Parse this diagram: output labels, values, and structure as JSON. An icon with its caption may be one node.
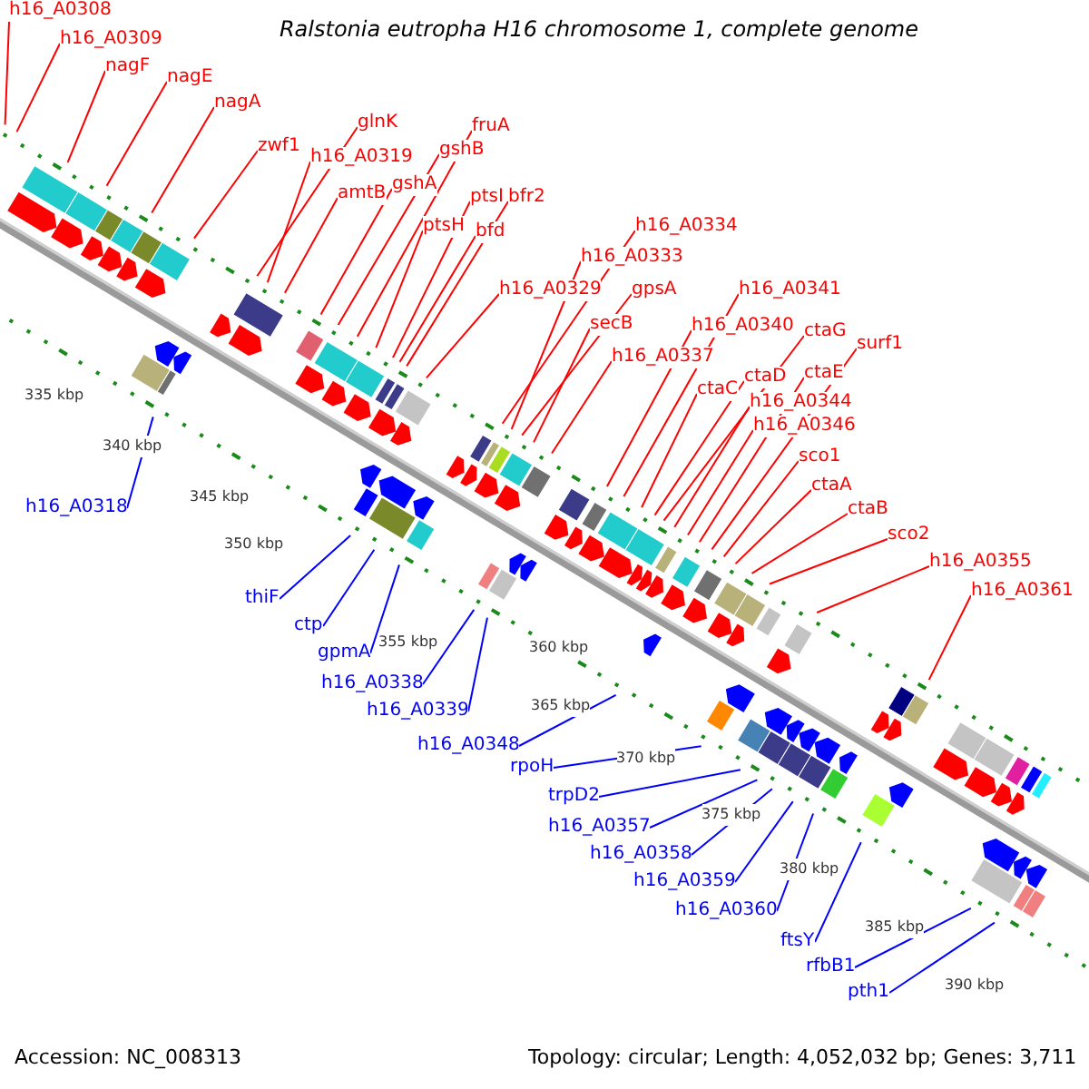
{
  "diagram": {
    "title": "Ralstonia eutropha H16 chromosome 1, complete genome",
    "nodes": [
      {
        "text": [
          "h16_A0308"
        ]
      },
      {
        "text": [
          "h16_A0309"
        ]
      },
      {
        "text": [
          "nagF"
        ]
      },
      {
        "text": [
          "nagE"
        ]
      },
      {
        "text": [
          "nagA"
        ]
      },
      {
        "text": [
          "zwf1"
        ]
      },
      {
        "text": [
          "glnK"
        ]
      },
      {
        "text": [
          "h16_A0319"
        ]
      },
      {
        "text": [
          "amtB"
        ]
      },
      {
        "text": [
          "gshA"
        ]
      },
      {
        "text": [
          "gshB"
        ]
      },
      {
        "text": [
          "fruA"
        ]
      },
      {
        "text": [
          "ptsH"
        ]
      },
      {
        "text": [
          "ptsI"
        ]
      },
      {
        "text": [
          "bfr2"
        ]
      },
      {
        "text": [
          "bfd"
        ]
      },
      {
        "text": [
          "h16_A0334"
        ]
      },
      {
        "text": [
          "h16_A0333"
        ]
      },
      {
        "text": [
          "h16_A0329"
        ]
      },
      {
        "text": [
          "gpsA"
        ]
      },
      {
        "text": [
          "secB"
        ]
      },
      {
        "text": [
          "h16_A0337"
        ]
      },
      {
        "text": [
          "h16_A0341"
        ]
      },
      {
        "text": [
          "h16_A0340"
        ]
      },
      {
        "text": [
          "ctaG"
        ]
      },
      {
        "text": [
          "surf1"
        ]
      },
      {
        "text": [
          "ctaD"
        ]
      },
      {
        "text": [
          "ctaC"
        ]
      },
      {
        "text": [
          "ctaE"
        ]
      },
      {
        "text": [
          "h16_A0344"
        ]
      },
      {
        "text": [
          "h16_A0346"
        ]
      },
      {
        "text": [
          "sco1"
        ]
      },
      {
        "text": [
          "ctaA"
        ]
      },
      {
        "text": [
          "ctaB"
        ]
      },
      {
        "text": [
          "sco2"
        ]
      },
      {
        "text": [
          "h16_A0355"
        ]
      },
      {
        "text": [
          "h16_A0361"
        ]
      },
      {
        "text": [
          "h16_A0318"
        ]
      },
      {
        "text": [
          "thiF"
        ]
      },
      {
        "text": [
          "ctp"
        ]
      },
      {
        "text": [
          "gpmA"
        ]
      },
      {
        "text": [
          "h16_A0338"
        ]
      },
      {
        "text": [
          "h16_A0339"
        ]
      },
      {
        "text": [
          "h16_A0348"
        ]
      },
      {
        "text": [
          "rpoH"
        ]
      },
      {
        "text": [
          "trpD2"
        ]
      },
      {
        "text": [
          "h16_A0357"
        ]
      },
      {
        "text": [
          "h16_A0358"
        ]
      },
      {
        "text": [
          "h16_A0359"
        ]
      },
      {
        "text": [
          "h16_A0360"
        ]
      },
      {
        "text": [
          "ftsY"
        ]
      },
      {
        "text": [
          "rfbB1"
        ]
      },
      {
        "text": [
          "pth1"
        ]
      }
    ],
    "edges": [
      {
        "from": 0,
        "to": null,
        "arrow": "none"
      },
      {
        "from": 1,
        "to": null,
        "arrow": "none"
      },
      {
        "from": 2,
        "to": null,
        "arrow": "none"
      },
      {
        "from": 3,
        "to": null,
        "arrow": "none"
      },
      {
        "from": 4,
        "to": null,
        "arrow": "none"
      },
      {
        "from": 5,
        "to": null,
        "arrow": "none"
      },
      {
        "from": 6,
        "to": null,
        "arrow": "none"
      },
      {
        "from": 7,
        "to": null,
        "arrow": "none"
      },
      {
        "from": 8,
        "to": null,
        "arrow": "none"
      },
      {
        "from": 9,
        "to": null,
        "arrow": "none"
      },
      {
        "from": 10,
        "to": null,
        "arrow": "none"
      },
      {
        "from": 11,
        "to": null,
        "arrow": "none"
      },
      {
        "from": 12,
        "to": null,
        "arrow": "none"
      },
      {
        "from": 13,
        "to": null,
        "arrow": "none"
      },
      {
        "from": 14,
        "to": null,
        "arrow": "none"
      },
      {
        "from": 15,
        "to": null,
        "arrow": "none"
      },
      {
        "from": 16,
        "to": null,
        "arrow": "none"
      },
      {
        "from": 17,
        "to": null,
        "arrow": "none"
      },
      {
        "from": 18,
        "to": null,
        "arrow": "none"
      },
      {
        "from": 19,
        "to": null,
        "arrow": "none"
      },
      {
        "from": 20,
        "to": null,
        "arrow": "none"
      },
      {
        "from": 21,
        "to": null,
        "arrow": "none"
      },
      {
        "from": 22,
        "to": null,
        "arrow": "none"
      },
      {
        "from": 23,
        "to": null,
        "arrow": "none"
      },
      {
        "from": 24,
        "to": null,
        "arrow": "none"
      },
      {
        "from": 25,
        "to": null,
        "arrow": "none"
      },
      {
        "from": 26,
        "to": null,
        "arrow": "none"
      },
      {
        "from": 27,
        "to": null,
        "arrow": "none"
      },
      {
        "from": 28,
        "to": null,
        "arrow": "none"
      },
      {
        "from": 29,
        "to": null,
        "arrow": "none"
      },
      {
        "from": 30,
        "to": null,
        "arrow": "none"
      },
      {
        "from": 31,
        "to": null,
        "arrow": "none"
      },
      {
        "from": 32,
        "to": null,
        "arrow": "none"
      },
      {
        "from": 33,
        "to": null,
        "arrow": "none"
      },
      {
        "from": 34,
        "to": null,
        "arrow": "none"
      },
      {
        "from": 35,
        "to": null,
        "arrow": "none"
      },
      {
        "from": 36,
        "to": null,
        "arrow": "none"
      },
      {
        "from": 37,
        "to": null,
        "arrow": "none",
        "color": "#0000ff"
      },
      {
        "from": 38,
        "to": null,
        "arrow": "none",
        "color": "#0000ff"
      },
      {
        "from": 39,
        "to": null,
        "arrow": "none",
        "color": "#0000ff"
      },
      {
        "from": 40,
        "to": null,
        "arrow": "none",
        "color": "#0000ff"
      },
      {
        "from": 41,
        "to": null,
        "arrow": "none",
        "color": "#0000ff"
      },
      {
        "from": 42,
        "to": null,
        "arrow": "none",
        "color": "#0000ff"
      },
      {
        "from": 43,
        "to": null,
        "arrow": "none",
        "color": "#0000ff"
      },
      {
        "from": 44,
        "to": null,
        "arrow": "none",
        "color": "#0000ff"
      },
      {
        "from": 45,
        "to": null,
        "arrow": "none",
        "color": "#0000ff"
      },
      {
        "from": 46,
        "to": null,
        "arrow": "none",
        "color": "#0000ff"
      },
      {
        "from": 47,
        "to": null,
        "arrow": "none",
        "color": "#0000ff"
      },
      {
        "from": 48,
        "to": null,
        "arrow": "none",
        "color": "#0000ff"
      },
      {
        "from": 49,
        "to": null,
        "arrow": "none",
        "color": "#0000ff"
      },
      {
        "from": 50,
        "to": null,
        "arrow": "none",
        "color": "#0000ff"
      },
      {
        "from": 51,
        "to": null,
        "arrow": "none",
        "color": "#0000ff"
      },
      {
        "from": 52,
        "to": null,
        "arrow": "none",
        "color": "#0000ff"
      }
    ],
    "labels": [
      "335 kbp",
      "340 kbp",
      "345 kbp",
      "350 kbp",
      "355 kbp",
      "360 kbp",
      "365 kbp",
      "370 kbp",
      "375 kbp",
      "380 kbp",
      "385 kbp",
      "390 kbp",
      "Accession: NC_008313",
      "Topology: circular; Length: 4,052,032 bp; Genes: 3,711"
    ]
  }
}
